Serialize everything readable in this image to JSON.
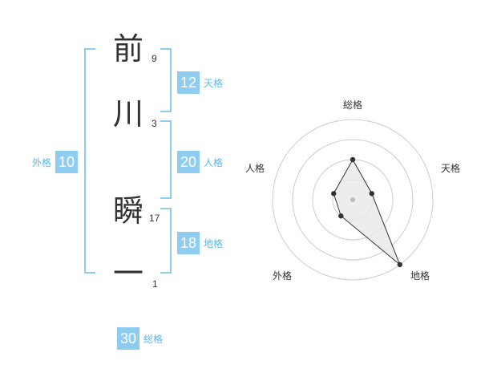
{
  "name_chars": [
    {
      "char": "前",
      "strokes": "9"
    },
    {
      "char": "川",
      "strokes": "3"
    },
    {
      "char": "瞬",
      "strokes": "17"
    },
    {
      "char": "一",
      "strokes": "1"
    }
  ],
  "fortunes": {
    "tenkaku": {
      "value": "12",
      "label": "天格"
    },
    "jinkaku": {
      "value": "20",
      "label": "人格"
    },
    "chikaku": {
      "value": "18",
      "label": "地格"
    },
    "gaikaku": {
      "value": "10",
      "label": "外格"
    },
    "soukaku": {
      "value": "30",
      "label": "総格"
    }
  },
  "chart_data": {
    "type": "radar",
    "axes": [
      "総格",
      "天格",
      "地格",
      "外格",
      "人格"
    ],
    "rings": 4,
    "values": [
      2,
      1,
      4,
      1,
      1
    ],
    "max": 4,
    "colors": {
      "line": "#333333",
      "fill": "#e8e8e8",
      "grid": "#cccccc",
      "center": "#bbbbbb"
    }
  },
  "colors": {
    "accent": "#8fcdf0",
    "accent_text": "#5db7ea"
  }
}
